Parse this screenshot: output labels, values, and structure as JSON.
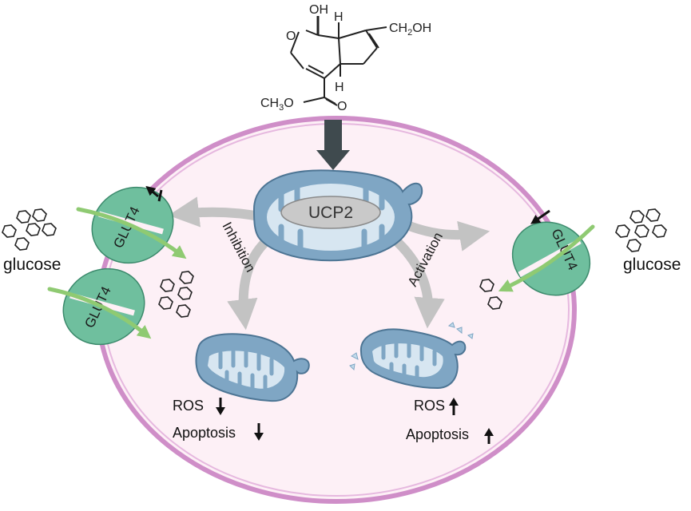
{
  "molecule": {
    "oh_top": "OH",
    "h_top": "H",
    "h_bottom": "H",
    "ring_o": "O",
    "hydroxymethyl": "CH",
    "hydroxymethyl_sub": "2",
    "hydroxymethyl_tail": "OH",
    "ester_o": "O",
    "methyl": "CH",
    "methyl_sub": "3",
    "methyl_tail": "O"
  },
  "mitochondrion": {
    "label": "UCP2"
  },
  "pathways": {
    "inhibition": "Inhibition",
    "activation": "Activation"
  },
  "transporters": {
    "left_top": "GLUT4",
    "left_bottom": "GLUT4",
    "right": "GLUT4"
  },
  "glucose": {
    "left": "glucose",
    "right": "glucose"
  },
  "outcomes": {
    "left_ros": "ROS",
    "left_apoptosis": "Apoptosis",
    "right_ros": "ROS",
    "right_apoptosis": "Apoptosis"
  },
  "colors": {
    "cell_fill": "#fdf0f6",
    "membrane": "#cf8ec8",
    "mito_fill": "#7fa6c4",
    "mito_inner": "#d7e6f1",
    "glut_fill": "#6fbf9e",
    "green_arrow": "#8fca72",
    "grey_arrow": "#c3c3c3",
    "dark_arrow": "#3f4a4e"
  }
}
